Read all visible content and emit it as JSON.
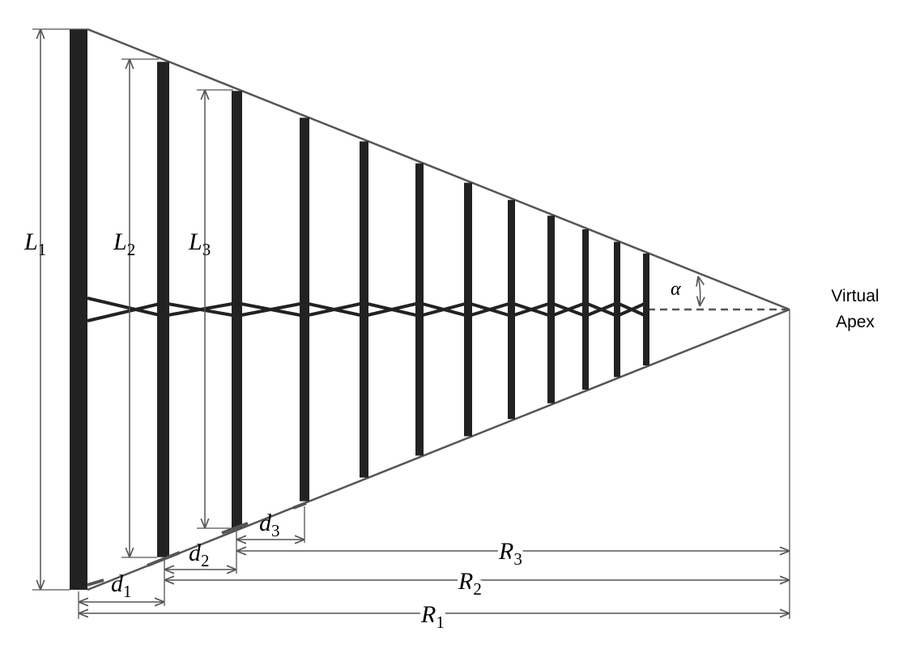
{
  "labels": {
    "L1": {
      "base": "L",
      "sub": "1"
    },
    "L2": {
      "base": "L",
      "sub": "2"
    },
    "L3": {
      "base": "L",
      "sub": "3"
    },
    "d1": {
      "base": "d",
      "sub": "1"
    },
    "d2": {
      "base": "d",
      "sub": "2"
    },
    "d3": {
      "base": "d",
      "sub": "3"
    },
    "R1": {
      "base": "R",
      "sub": "1"
    },
    "R2": {
      "base": "R",
      "sub": "2"
    },
    "R3": {
      "base": "R",
      "sub": "3"
    },
    "alpha": "α",
    "apex_line1": "Virtual",
    "apex_line2": "Apex"
  },
  "colors": {
    "element": "#222222",
    "dimension": "#555555",
    "outline": "#555555"
  }
}
